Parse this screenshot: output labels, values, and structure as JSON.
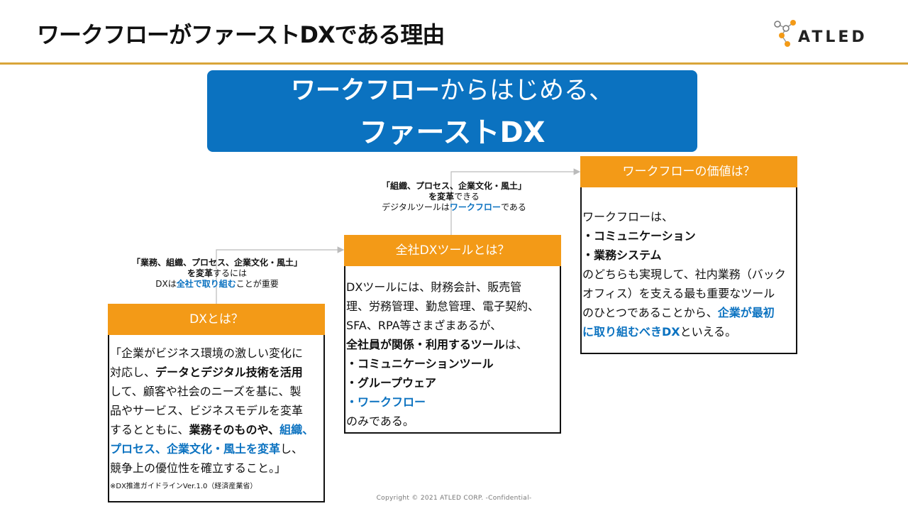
{
  "header": {
    "title": "ワークフローがファーストDXである理由",
    "logo_text": "ATLED"
  },
  "hero": {
    "line1_strong": "ワークフロー",
    "line1_rest": "からはじめる、",
    "line2": "ファーストDX"
  },
  "boxes": {
    "dx": {
      "title": "DXとは？",
      "l1": "「企業がビジネス環境の激しい変化に",
      "l2a": "対応し、",
      "l2b": "データとデジタル技術を活用",
      "l3": "して、顧客や社会のニーズを基に、製",
      "l4": "品やサービス、ビジネスモデルを変革",
      "l5a": "するとともに、",
      "l5b": "業務そのものや、",
      "l5c": "組織、",
      "l6a": "プロセス、企業文化・風土を変革",
      "l6b": "し、",
      "l7": "競争上の優位性を確立すること。」",
      "note": "※DX推進ガイドラインVer.1.0（経済産業省）"
    },
    "tool": {
      "title": "全社DXツールとは？",
      "l1": "DXツールには、財務会計、販売管",
      "l2": "理、労務管理、勤怠管理、電子契約、",
      "l3": "SFA、RPA等さまざまあるが、",
      "l4a": "全社員が関係・利用するツール",
      "l4b": "は、",
      "l5": "・コミュニケーションツール",
      "l6": "・グループウェア",
      "l7": "・ワークフロー",
      "l8": "のみである。"
    },
    "value": {
      "title": "ワークフローの価値は？",
      "l1": "ワークフローは、",
      "l2": "・コミュニケーション",
      "l3": "・業務システム",
      "l4": "のどちらも実現して、社内業務（バック",
      "l5": "オフィス）を支える最も重要なツール",
      "l6a": "のひとつであることから、",
      "l6b": "企業が最初",
      "l7a": "に取り組むべきDX",
      "l7b": "といえる。"
    }
  },
  "captions": {
    "c1": {
      "l1": "「業務、組織、プロセス、企業文化・風土」",
      "l2a": "を変革",
      "l2b": "するには",
      "l3a": "DXは",
      "l3b": "全社で取り組む",
      "l3c": "ことが重要"
    },
    "c2": {
      "l1": "「組織、プロセス、企業文化・風土」",
      "l2a": "を変革",
      "l2b": "できる",
      "l3a": "デジタルツールは",
      "l3b": "ワークフロー",
      "l3c": "である"
    }
  },
  "footer": {
    "copyright": "Copyright © 2021 ATLED CORP. -Confidential-"
  },
  "colors": {
    "hero_blue": "#0b72c0",
    "header_orange": "#f39a17",
    "rule_gold": "#d9a53a"
  }
}
